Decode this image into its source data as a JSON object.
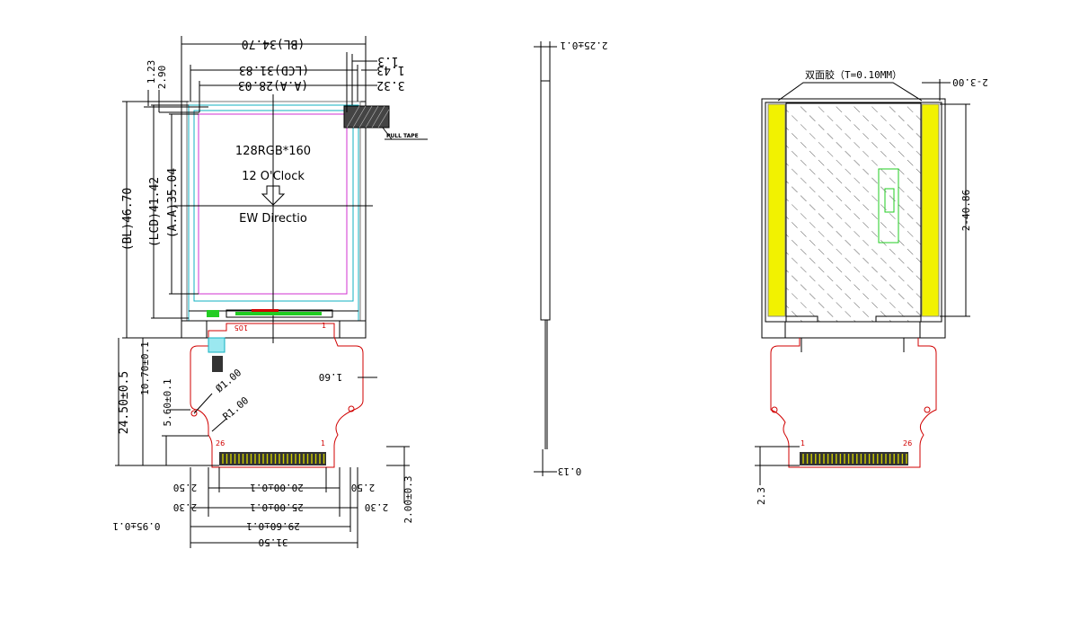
{
  "front_view": {
    "dims_top": {
      "bl_width": "(BL)34.70",
      "lcd_width": "(LCD)31.83",
      "aa_width": "(A.A)28.03",
      "offset_1_3": "1.3",
      "offset_1_43": "1.43",
      "offset_3_32": "3.32",
      "offset_1_23": "1.23",
      "offset_2_90": "2.90"
    },
    "dims_left": {
      "bl_height": "(BL)46.70",
      "lcd_height": "(LCD)41.42",
      "aa_height": "(A.A)35.04",
      "fpc_total": "24.50±0.5",
      "fpc_10_70": "10.70±0.1",
      "fpc_5_60": "5.60±0.1"
    },
    "display_text": {
      "resolution": "128RGB*160",
      "clock": "12  O'Clock",
      "direction": "EW  Directio"
    },
    "pull_tape": "PULL TAPE",
    "hole_dia": "Ø1.00",
    "radius": "R1.00",
    "fpc_right_1_60": "1.60",
    "pin_first": "26",
    "pin_last": "1",
    "label_105": "105",
    "label_1_small": "1",
    "dims_bottom": {
      "d_2_50_left": "2.50",
      "d_20_00": "20.00±0.1",
      "d_2_50_right": "2.50",
      "d_2_30_left": "2.30",
      "d_25_00": "25.00±0.1",
      "d_2_30_right": "2.30",
      "d_0_95": "0.95±0.1",
      "d_29_60": "29.60±0.1",
      "d_31_50": "31.50",
      "d_2_00": "2.00±0.3"
    }
  },
  "side_view": {
    "thickness": "2.25±0.1",
    "fpc_thickness": "0.13"
  },
  "back_view": {
    "tape_label": "双面胶（T=0.10MM）",
    "tape_gap": "2-3.00",
    "tape_height": "2-40.86",
    "pin_first": "1",
    "pin_last": "26",
    "d_2_3": "2.3"
  },
  "colors": {
    "outline": "#000000",
    "fpc": "#d00000",
    "glass": "#10b0c0",
    "active_area": "#d030d0",
    "tape": "#f2f200",
    "ic": "#20c020"
  }
}
